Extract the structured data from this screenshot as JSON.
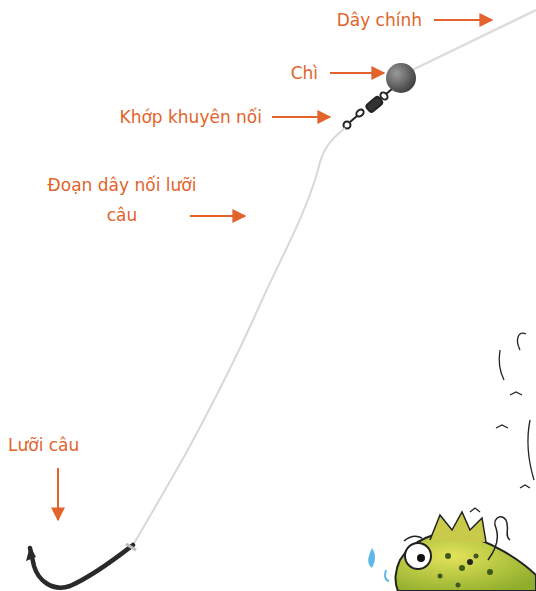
{
  "diagram": {
    "labels": [
      "Dây chính",
      "Chì",
      "Khớp khuyên nối",
      "Đoạn dây nối lưỡi câu",
      "Lưỡi câu"
    ]
  }
}
